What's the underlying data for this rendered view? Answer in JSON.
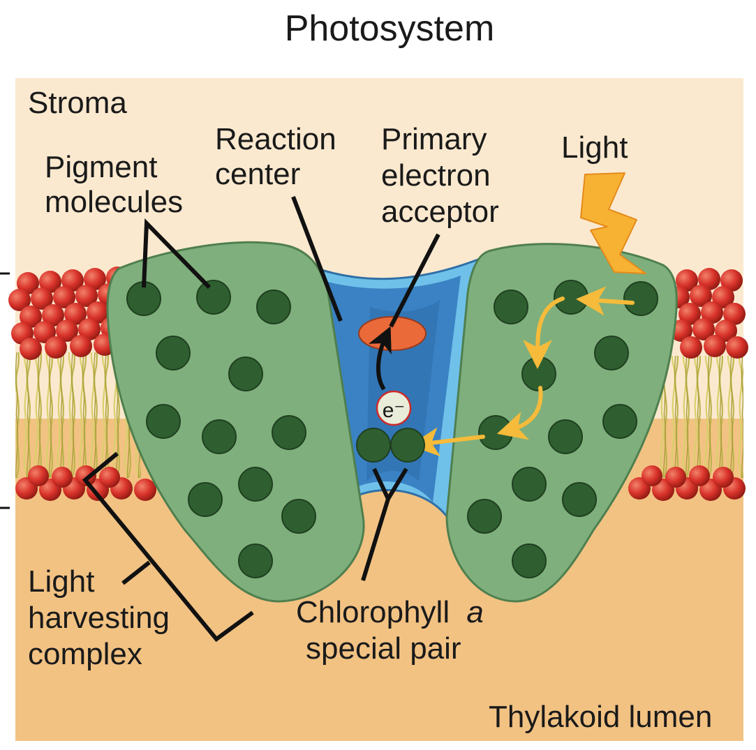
{
  "title": "Photosystem",
  "regions": {
    "stroma": "Stroma",
    "lumen": "Thylakoid lumen"
  },
  "labels": {
    "pigment_line1": "Pigment",
    "pigment_line2": "molecules",
    "reaction_line1": "Reaction",
    "reaction_line2": "center",
    "primary_line1": "Primary",
    "primary_line2": "electron",
    "primary_line3": "acceptor",
    "light": "Light",
    "lhc_line1": "Light",
    "lhc_line2": "harvesting",
    "lhc_line3": "complex",
    "chl_line1": "Chlorophyll",
    "chl_italic": "a",
    "chl_line2": "special pair",
    "electron": "e⁻"
  },
  "colors": {
    "stroma": "#fbe9cf",
    "lumen": "#f2c283",
    "protein": "#7faf7c",
    "protein_edge": "#4f7f4f",
    "pigment": "#2f5f30",
    "reaction_center": "#3a82c4",
    "reaction_light": "#6fc1ea",
    "acceptor": "#ea6a3a",
    "arrow": "#f6bb3a",
    "lipid_head": "#d63028",
    "lipid_tail": "#d8cf6a"
  }
}
